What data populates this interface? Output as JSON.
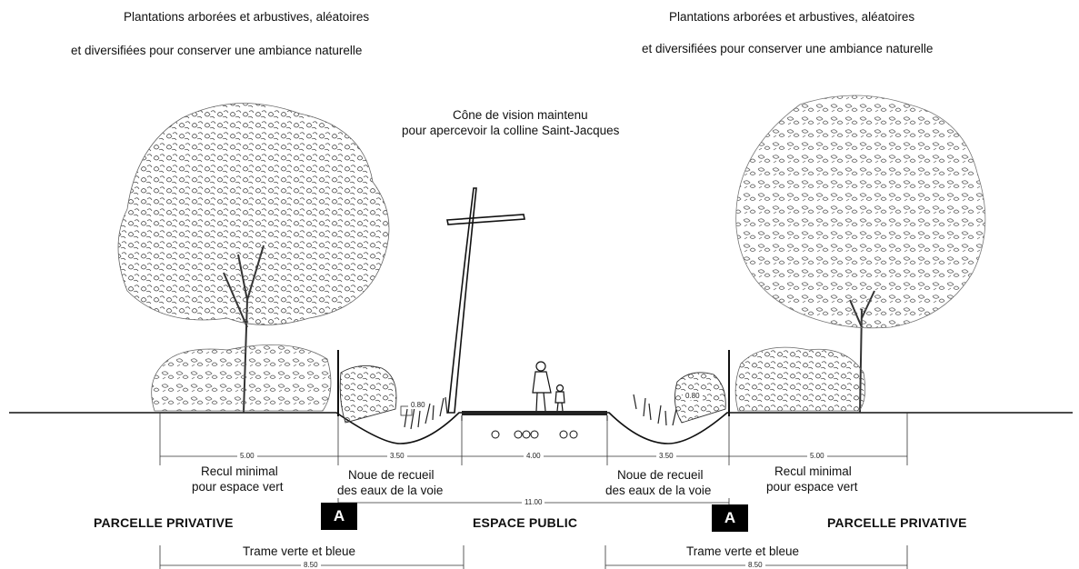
{
  "captions": {
    "left_line1": "Plantations arborées et arbustives, aléatoires",
    "left_line2": "et diversifiées pour conserver une ambiance naturelle",
    "right_line1": "Plantations arborées et arbustives, aléatoires",
    "right_line2": "et diversifiées pour conserver une ambiance naturelle",
    "cone_line1": "Cône de vision maintenu",
    "cone_line2": "pour apercevoir la colline Saint-Jacques"
  },
  "labels": {
    "recul_left_1": "Recul minimal",
    "recul_left_2": "pour espace vert",
    "noue_left_1": "Noue de recueil",
    "noue_left_2": "des eaux de la voie",
    "noue_right_1": "Noue de recueil",
    "noue_right_2": "des eaux de la voie",
    "recul_right_1": "Recul minimal",
    "recul_right_2": "pour espace vert",
    "trame_left": "Trame verte et bleue",
    "trame_right": "Trame verte et bleue"
  },
  "zones": {
    "left": "PARCELLE PRIVATIVE",
    "center": "ESPACE PUBLIC",
    "right": "PARCELLE PRIVATIVE"
  },
  "markers": {
    "left": "A",
    "right": "A"
  },
  "dimensions": {
    "recul_left": "5.00",
    "noue_left": "3.50",
    "chaussee": "4.00",
    "noue_right": "3.50",
    "recul_right": "5.00",
    "total_public": "11.00",
    "trame_left": "8.50",
    "trame_right": "8.50",
    "noue_left_depth": "0.80",
    "noue_right_depth": "0.80"
  }
}
